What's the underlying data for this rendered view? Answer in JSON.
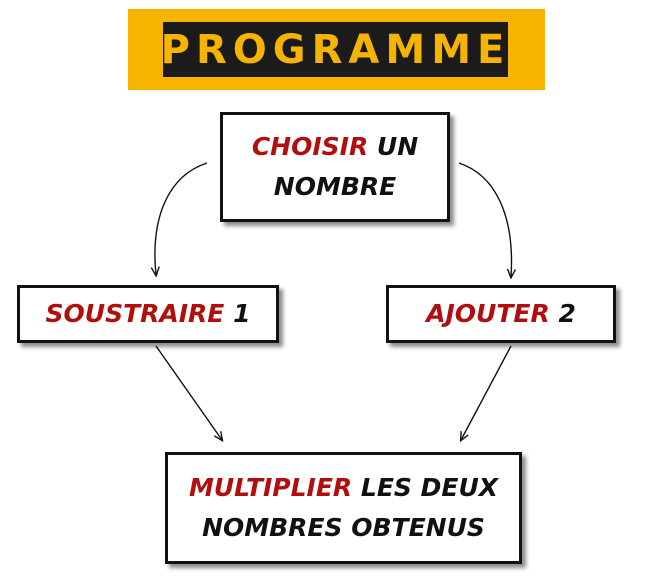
{
  "title": "PROGRAMME",
  "steps": {
    "choose": {
      "keyword": "CHOISIR",
      "rest_line1": " UN",
      "line2": "NOMBRE"
    },
    "subtract": {
      "keyword": "SOUSTRAIRE",
      "rest": " 1"
    },
    "add": {
      "keyword": "AJOUTER",
      "rest": " 2"
    },
    "multiply": {
      "keyword": "MULTIPLIER",
      "rest_line1": " LES DEUX",
      "line2": "NOMBRES OBTENUS"
    }
  },
  "colors": {
    "banner": "#f6b400",
    "banner_text_bg": "#1b1b1b",
    "keyword": "#b30e0e",
    "text": "#111111"
  }
}
